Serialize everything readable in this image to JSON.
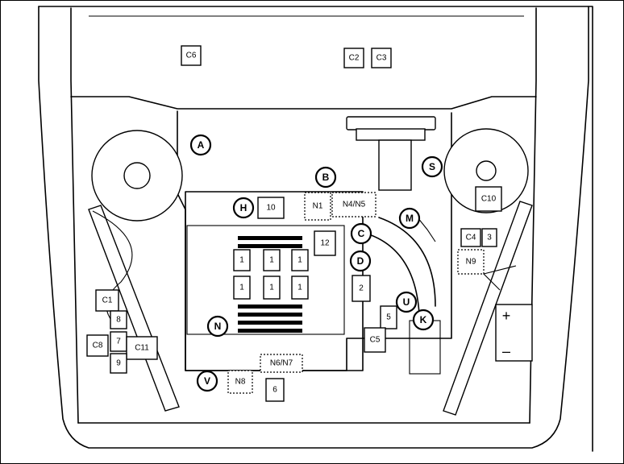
{
  "diagram": {
    "component_boxes": {
      "c6": "C6",
      "c2": "C2",
      "c3": "C3",
      "c10": "C10",
      "c4": "C4",
      "b3": "3",
      "c1": "C1",
      "b8": "8",
      "c8": "C8",
      "b7": "7",
      "c11": "C11",
      "b9": "9",
      "b10": "10",
      "b12": "12",
      "b2": "2",
      "b5": "5",
      "c5": "C5",
      "b6": "6",
      "relay_1a": "1",
      "relay_1b": "1",
      "relay_1c": "1",
      "relay_1d": "1",
      "relay_1e": "1",
      "relay_1f": "1"
    },
    "dotted_boxes": {
      "n1": "N1",
      "n4n5": "N4/N5",
      "n9": "N9",
      "n6n7": "N6/N7",
      "n8": "N8"
    },
    "circle_labels": {
      "a": "A",
      "b": "B",
      "s": "S",
      "h": "H",
      "m": "M",
      "c": "C",
      "d": "D",
      "u": "U",
      "k": "K",
      "n": "N",
      "v": "V"
    },
    "battery": {
      "plus": "+",
      "minus": "–"
    }
  }
}
